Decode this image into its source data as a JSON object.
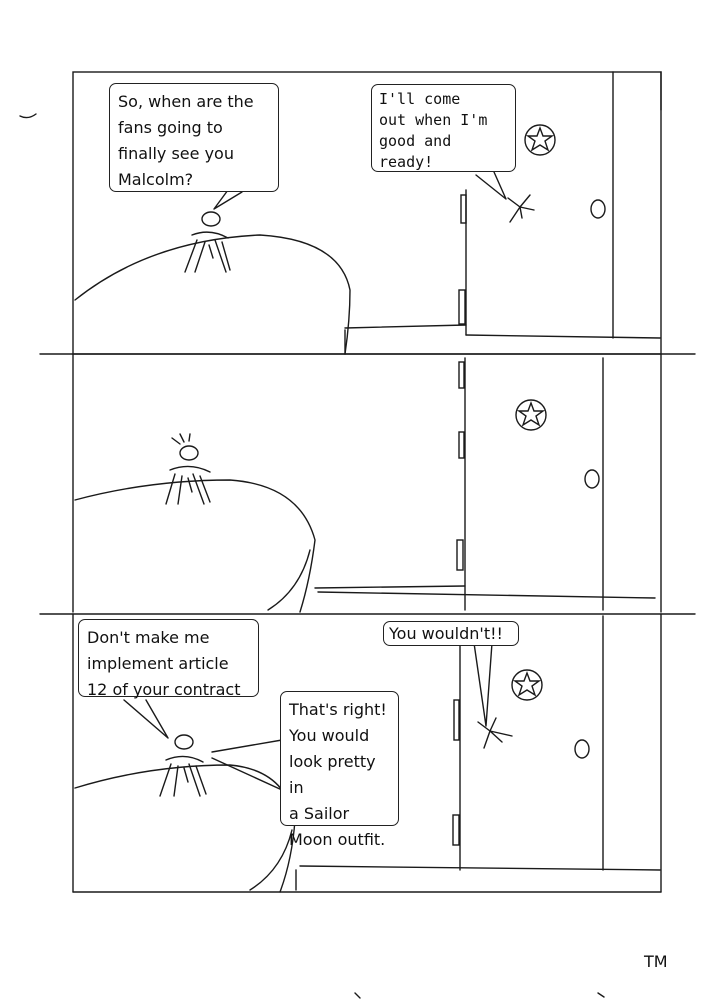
{
  "comic": {
    "panels": [
      {
        "bubbles": [
          {
            "text": "So, when are the\nfans going to\nfinally see you\nMalcolm?",
            "font": "handwritten"
          },
          {
            "text": "I'll come\nout when I'm\ngood and\nready!",
            "font": "typewriter"
          }
        ]
      },
      {
        "bubbles": []
      },
      {
        "bubbles": [
          {
            "text": "Don't make me\nimplement article\n12 of your contract",
            "font": "handwritten"
          },
          {
            "text": "That's right!\nYou would\nlook pretty in\na Sailor\nMoon outfit.",
            "font": "handwritten"
          },
          {
            "text": "You wouldn't!!",
            "font": "handwritten"
          }
        ]
      }
    ],
    "trademark": "TM"
  },
  "colors": {
    "ink": "#1a1a1a",
    "paper": "#ffffff"
  }
}
